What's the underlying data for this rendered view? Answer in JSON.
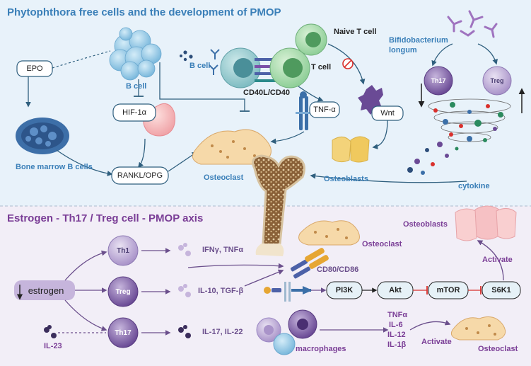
{
  "top_section": {
    "title": "Phytophthora free cells and the development of PMOP",
    "epo": "EPO",
    "b_cell": "B cell",
    "b_cell_small": "B cell",
    "hif": "HIF-1α",
    "bone_marrow_b_cells": "Bone marrow B cells",
    "rankl_opg": "RANKL/OPG",
    "cd40": "CD40L/CD40",
    "t_cell": "T cell",
    "naive_t_cell": "Naive T cell",
    "tnf": "TNF-α",
    "wnt": "Wnt",
    "osteoclast": "Osteoclast",
    "osteoblasts": "Osteoblasts",
    "bifido_line1": "Bifidobacterium",
    "bifido_line2": "longum",
    "th17": "Th17",
    "treg": "Treg",
    "cytokine": "cytokine"
  },
  "bottom_section": {
    "title": "Estrogen - Th17 / Treg cell - PMOP axis",
    "estrogen": "estrogen",
    "th1": "Th1",
    "treg": "Treg",
    "th17": "Th17",
    "il23": "IL-23",
    "ifn": "IFNγ, TNFα",
    "il10": "IL-10, TGF-β",
    "il17": "IL-17, IL-22",
    "cd80": "CD80/CD86",
    "osteoclast_top": "Osteoclast",
    "osteoblasts": "Osteoblasts",
    "activate_top": "Activate",
    "pi3k": "PI3K",
    "akt": "Akt",
    "mtor": "mTOR",
    "s6k1": "S6K1",
    "cytokines_list": [
      "TNFα",
      "IL-6",
      "IL-12",
      "IL-1β"
    ],
    "activate_bottom": "Activate",
    "osteoclast_bottom": "Osteoclast",
    "macrophages": "macrophages"
  },
  "colors": {
    "top_bg": "#e8f2fa",
    "bottom_bg": "#f2eef7",
    "arrow_blue": "#2f5f7e",
    "arrow_purple": "#6b4f8c",
    "inhibit_red": "#d9302c",
    "title_blue": "#3a7fb8",
    "title_purple": "#7a3d96"
  }
}
